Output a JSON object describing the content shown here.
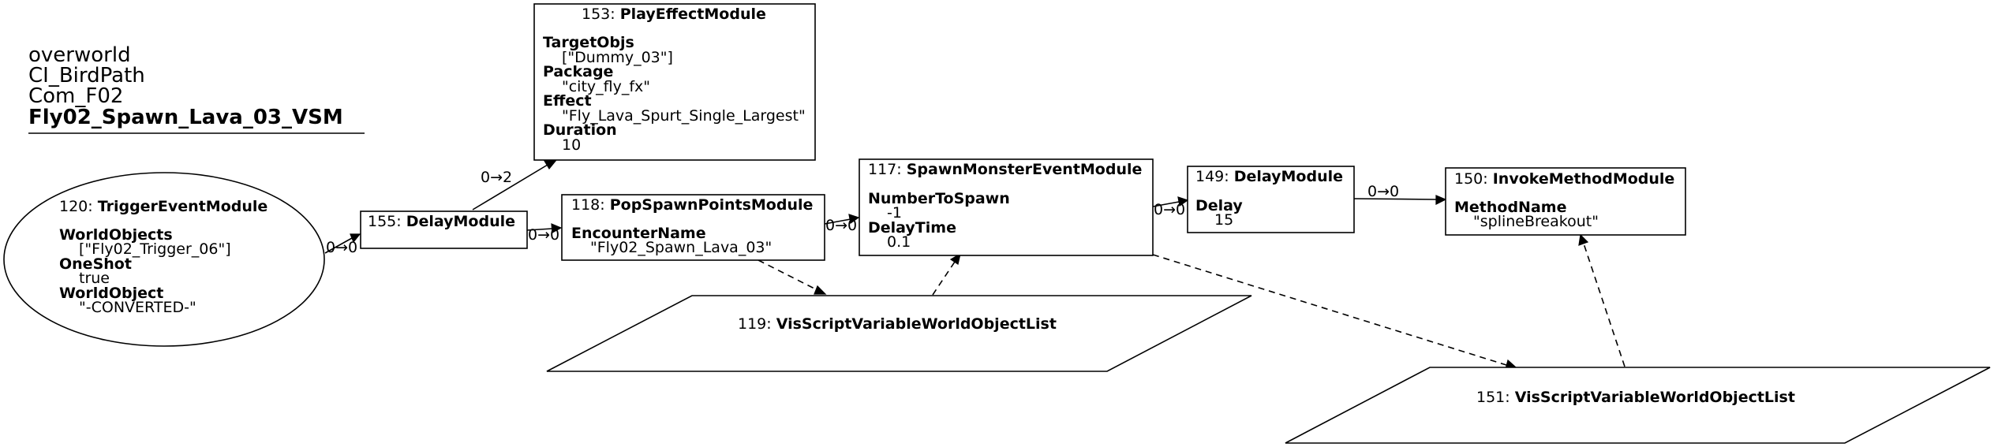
{
  "header": {
    "line1": "overworld",
    "line2": "CI_BirdPath",
    "line3": "Com_F02",
    "line4": "Fly02_Spawn_Lava_03_VSM"
  },
  "nodes": {
    "n120": {
      "id": "120: ",
      "name": "TriggerEventModule",
      "p1": "WorldObjects",
      "v1": "[\"Fly02_Trigger_06\"]",
      "p2": "OneShot",
      "v2": "true",
      "p3": "WorldObject",
      "v3": "\"-CONVERTED-\""
    },
    "n155": {
      "id": "155: ",
      "name": "DelayModule"
    },
    "n153": {
      "id": "153: ",
      "name": "PlayEffectModule",
      "p1": "TargetObjs",
      "v1": "[\"Dummy_03\"]",
      "p2": "Package",
      "v2": "\"city_fly_fx\"",
      "p3": "Effect",
      "v3": "\"Fly_Lava_Spurt_Single_Largest\"",
      "p4": "Duration",
      "v4": "10"
    },
    "n118": {
      "id": "118: ",
      "name": "PopSpawnPointsModule",
      "p1": "EncounterName",
      "v1": "\"Fly02_Spawn_Lava_03\""
    },
    "n117": {
      "id": "117: ",
      "name": "SpawnMonsterEventModule",
      "p1": "NumberToSpawn",
      "v1": "-1",
      "p2": "DelayTime",
      "v2": "0.1"
    },
    "n149": {
      "id": "149: ",
      "name": "DelayModule",
      "p1": "Delay",
      "v1": "15"
    },
    "n150": {
      "id": "150: ",
      "name": "InvokeMethodModule",
      "p1": "MethodName",
      "v1": "\"splineBreakout\""
    },
    "n119": {
      "id": "119: ",
      "name": "VisScriptVariableWorldObjectList"
    },
    "n151": {
      "id": "151: ",
      "name": "VisScriptVariableWorldObjectList"
    }
  },
  "edges": {
    "e120_155": "0→0",
    "e155_153": "0→2",
    "e155_118": "0→0",
    "e118_117": "0→0",
    "e117_149": "0→0",
    "e149_150": "0→0"
  }
}
